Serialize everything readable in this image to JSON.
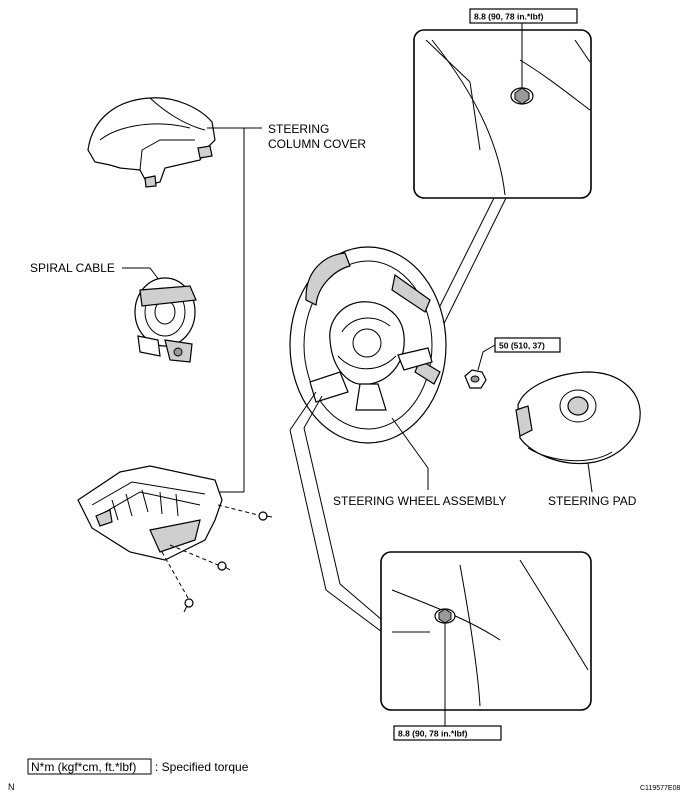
{
  "labels": {
    "steering_column_cover_line1": "STEERING",
    "steering_column_cover_line2": "COLUMN COVER",
    "spiral_cable": "SPIRAL CABLE",
    "steering_wheel_assembly": "STEERING WHEEL ASSEMBLY",
    "steering_pad": "STEERING PAD"
  },
  "torques": {
    "top_inset": "8.8 (90, 78 in.*lbf)",
    "nut": "50 (510, 37)",
    "bottom_inset": "8.8 (90, 78 in.*lbf)"
  },
  "legend": {
    "units": "N*m (kgf*cm, ft.*lbf)",
    "description": ": Specified torque"
  },
  "footer": {
    "left_mark": "N",
    "figure_code": "C119577E08"
  }
}
